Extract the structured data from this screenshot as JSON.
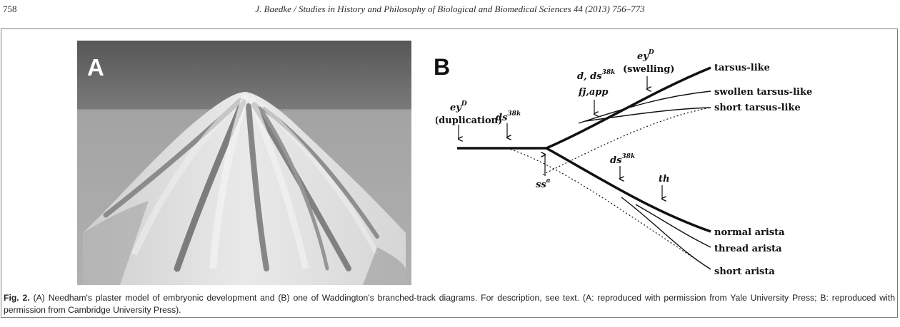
{
  "header": {
    "page_number": "758",
    "running_head": "J. Baedke / Studies in History and Philosophy of Biological and Biomedical Sciences 44 (2013) 756–773"
  },
  "figure": {
    "panel_a": {
      "label": "A",
      "image_description": "plaster-model"
    },
    "panel_b": {
      "label": "B",
      "annotations": {
        "ey_duplication_gene": "ey",
        "ey_duplication_sup": "D",
        "ey_duplication_desc": "(duplication)",
        "ds_early_gene": "ds",
        "ds_early_sup": "38k",
        "ss_gene": "ss",
        "ss_sup": "a",
        "d_ds_gene": "d, ds",
        "d_ds_sup": "38k",
        "fj_app": "fj,app",
        "ey_swelling_gene": "ey",
        "ey_swelling_sup": "D",
        "ey_swelling_desc": "(swelling)",
        "ds_lower_gene": "ds",
        "ds_lower_sup": "38k",
        "th_gene": "th"
      },
      "outcomes": {
        "tarsus_like": "tarsus-like",
        "swollen_tarsus_like": "swollen tarsus-like",
        "short_tarsus_like": "short tarsus-like",
        "normal_arista": "normal arista",
        "thread_arista": "thread arista",
        "short_arista": "short arista"
      }
    },
    "caption": {
      "label": "Fig. 2.",
      "text": "(A) Needham's plaster model of embryonic development and (B) one of Waddington's branched-track diagrams. For description, see text. (A: reproduced with permission from Yale University Press; B: reproduced with permission from Cambridge University Press)."
    }
  }
}
